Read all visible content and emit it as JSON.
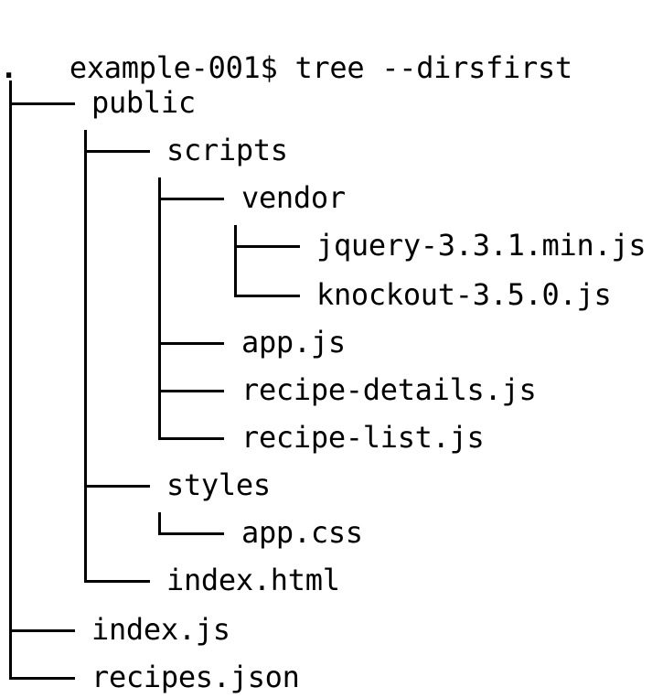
{
  "terminal": {
    "prompt": "example-001$",
    "command": "tree --dirsfirst",
    "root": "."
  },
  "tree": {
    "public": "public",
    "scripts": "scripts",
    "vendor": "vendor",
    "jquery": "jquery-3.3.1.min.js",
    "knockout": "knockout-3.5.0.js",
    "app_js": "app.js",
    "recipe_details": "recipe-details.js",
    "recipe_list": "recipe-list.js",
    "styles": "styles",
    "app_css": "app.css",
    "index_html": "index.html",
    "index_js": "index.js",
    "recipes_json": "recipes.json"
  }
}
